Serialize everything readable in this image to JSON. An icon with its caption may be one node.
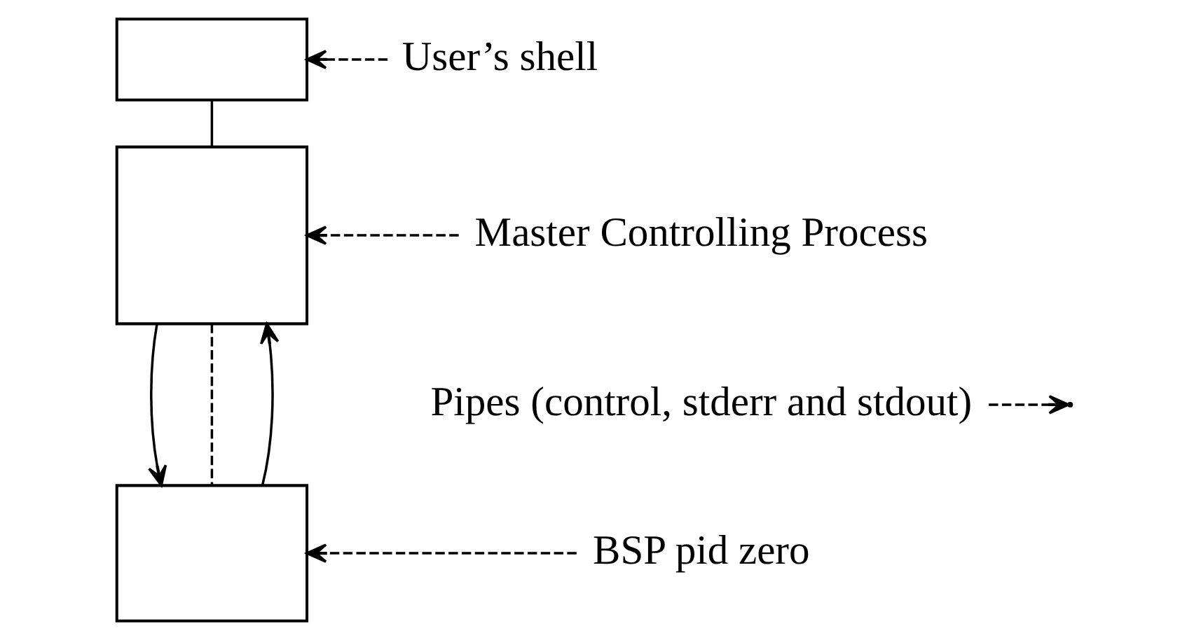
{
  "diagram": {
    "nodes": [
      {
        "text": [],
        "shape": "box"
      },
      {
        "text": [],
        "shape": "box"
      },
      {
        "text": [],
        "shape": "box"
      },
      {
        "text": [
          "User’s shell"
        ]
      },
      {
        "text": [
          "Master Controlling Process"
        ]
      },
      {
        "text": [
          "Pipes (control, stderr and stdout)"
        ]
      },
      {
        "text": [
          "BSP pid zero"
        ]
      }
    ],
    "edges": [
      {
        "from": 0,
        "to": 1,
        "arrow": "none"
      },
      {
        "from": 1,
        "to": 2,
        "arrow": "to"
      },
      {
        "from": 1,
        "to": 2,
        "arrow": "none",
        "style": "dashed"
      },
      {
        "from": 2,
        "to": 1,
        "arrow": "to"
      },
      {
        "from": 3,
        "to": 0,
        "arrow": "to",
        "style": "dashed"
      },
      {
        "from": 4,
        "to": 1,
        "arrow": "to",
        "style": "dashed"
      },
      {
        "from": 5,
        "to": null,
        "arrow": "to",
        "style": "dashed"
      },
      {
        "from": 6,
        "to": 2,
        "arrow": "to",
        "style": "dashed"
      }
    ]
  }
}
